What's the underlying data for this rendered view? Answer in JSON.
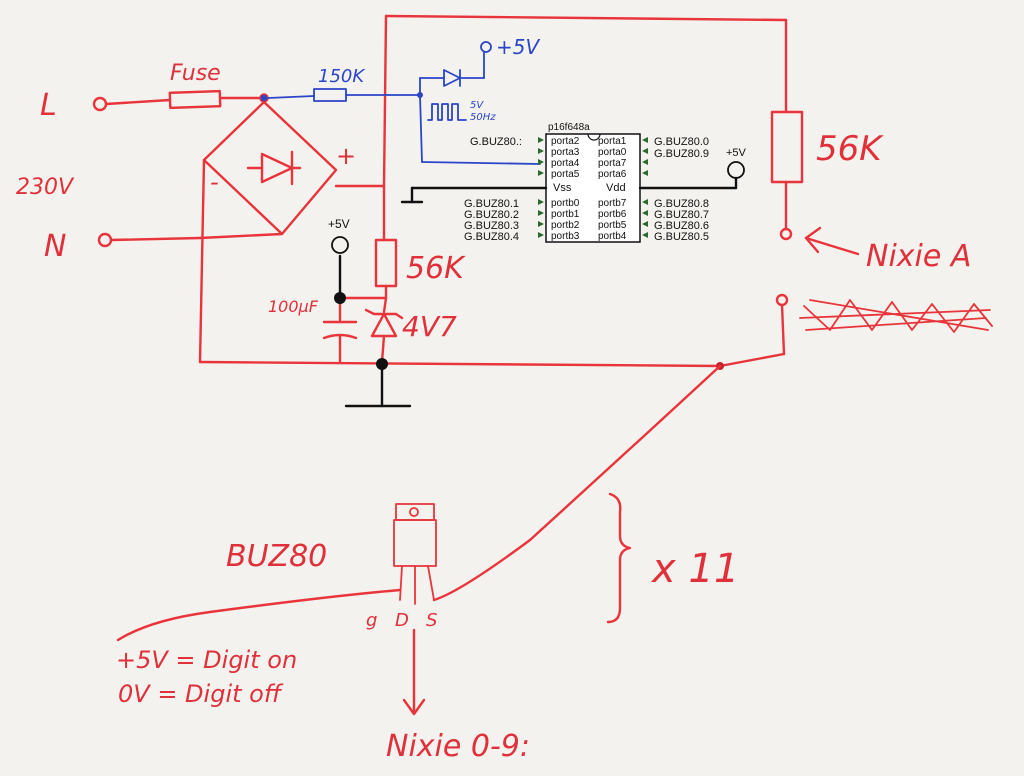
{
  "labels": {
    "fuse": "Fuse",
    "r_top": "150K",
    "plus5v_top": "+5V",
    "pulse_v": "5V",
    "pulse_f": "50Hz",
    "line": "L",
    "neutral": "N",
    "mains": "230V",
    "bridge_minus": "-",
    "bridge_plus": "+",
    "plus5v_left": "+5V",
    "r_mid": "56K",
    "cap": "100µF",
    "zener": "4V7",
    "r_right": "56K",
    "nixie_a": "Nixie A",
    "buz": "BUZ80",
    "count": "x 11",
    "pin_g": "g",
    "pin_d": "D",
    "pin_s": "S",
    "note1": "+5V = Digit on",
    "note2": "0V = Digit off",
    "nixie_digits": "Nixie 0-9:"
  },
  "chip": {
    "title": "p16f648a",
    "vss": "Vss",
    "vdd": "Vdd",
    "vdd_supply": "+5V",
    "left_pins": [
      "porta2",
      "porta3",
      "porta4",
      "porta5",
      "portb0",
      "portb1",
      "portb2",
      "portb3"
    ],
    "right_pins": [
      "porta1",
      "porta0",
      "porta7",
      "porta6",
      "portb7",
      "portb6",
      "portb5",
      "portb4"
    ],
    "left_nets": [
      "G.BUZ80.:",
      "G.BUZ80.1",
      "G.BUZ80.2",
      "G.BUZ80.3",
      "G.BUZ80.4"
    ],
    "right_nets": [
      "G.BUZ80.0",
      "G.BUZ80.9",
      "G.BUZ80.8",
      "G.BUZ80.7",
      "G.BUZ80.6",
      "G.BUZ80.5"
    ]
  }
}
